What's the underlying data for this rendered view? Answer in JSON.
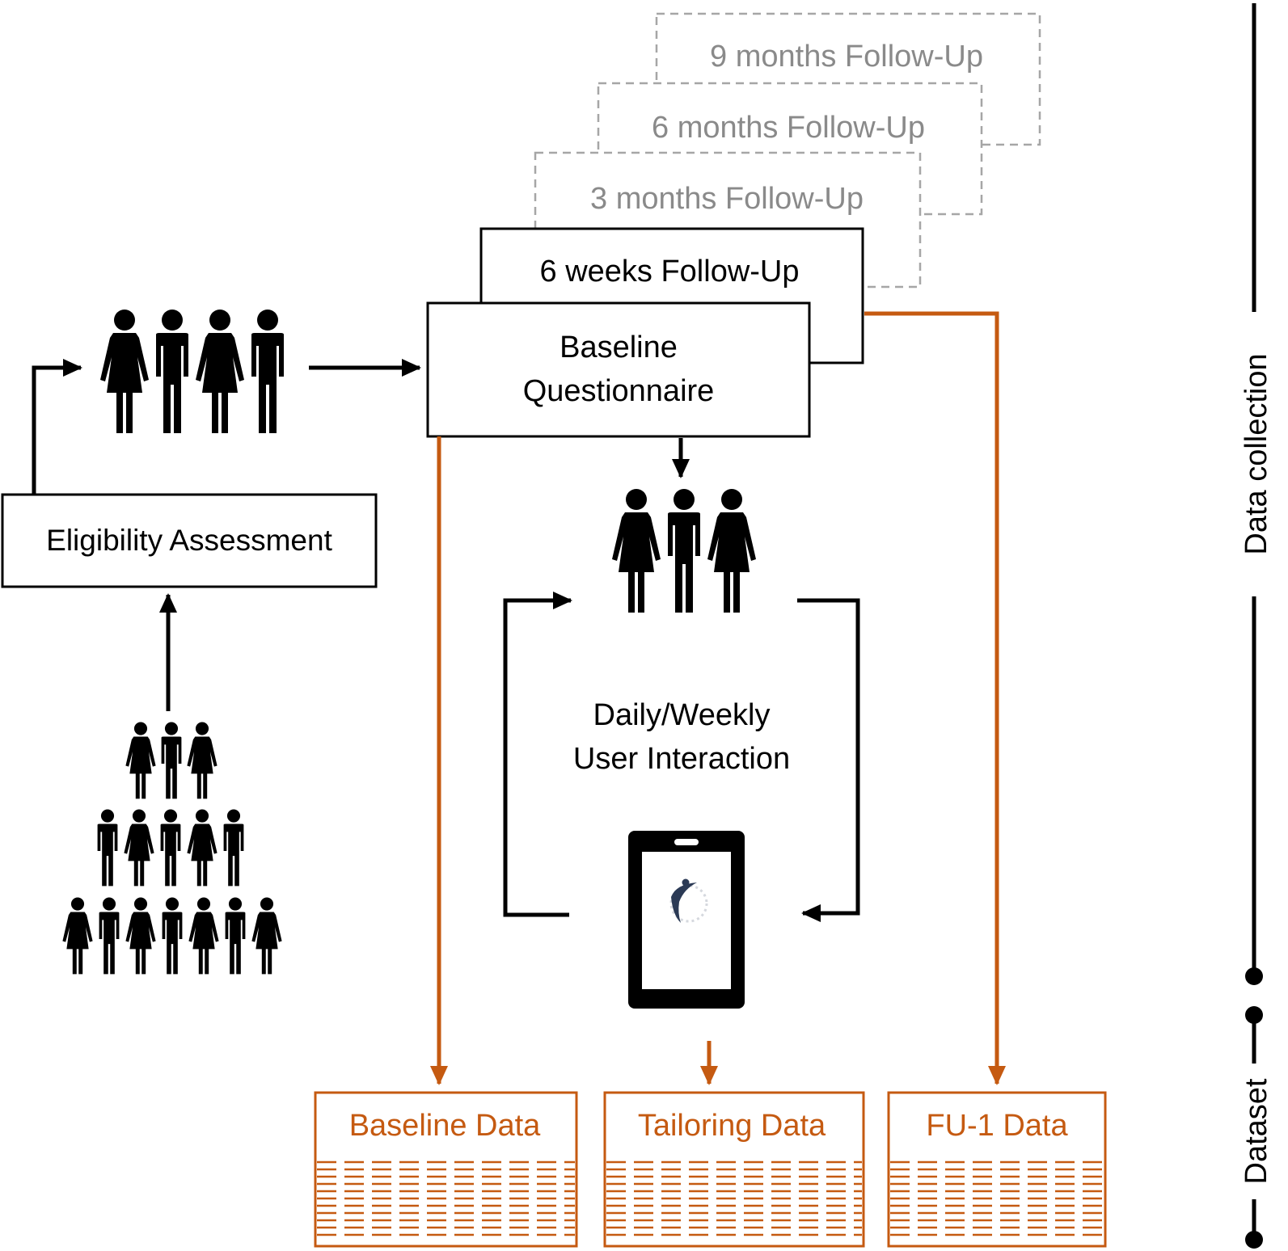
{
  "followups": {
    "nine_months": "9 months Follow-Up",
    "six_months": "6 months Follow-Up",
    "three_months": "3 months Follow-Up",
    "six_weeks": "6 weeks Follow-Up"
  },
  "baseline_questionnaire": {
    "line1": "Baseline",
    "line2": "Questionnaire"
  },
  "eligibility": {
    "label": "Eligibility Assessment"
  },
  "interaction": {
    "line1": "Daily/Weekly",
    "line2": "User Interaction"
  },
  "datasets": {
    "baseline": "Baseline Data",
    "tailoring": "Tailoring Data",
    "fu1": "FU-1 Data"
  },
  "side_axis": {
    "data_collection": "Data collection",
    "dataset": "Dataset"
  },
  "colors": {
    "accent_orange": "#c55a11",
    "dashed_gray": "#a6a6a6",
    "text_gray": "#8a8a8a",
    "black": "#000000"
  }
}
